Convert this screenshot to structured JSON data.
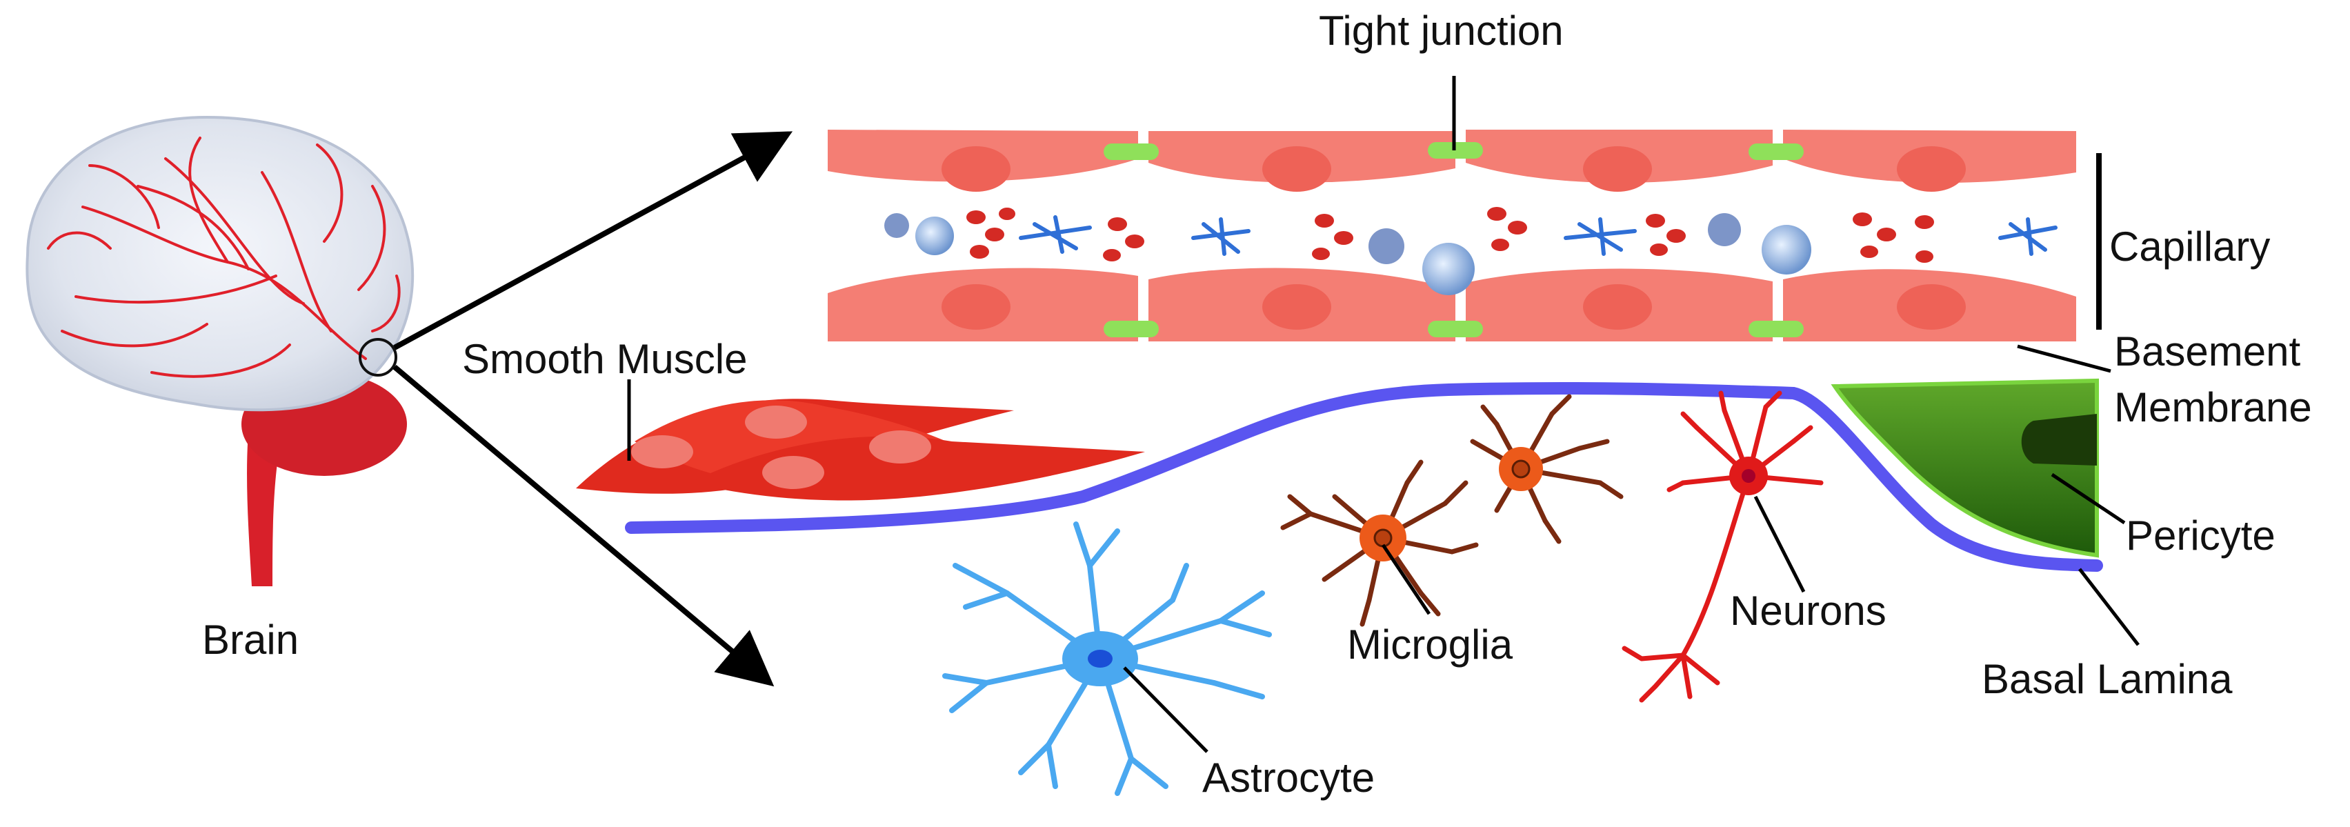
{
  "labels": {
    "brain": "Brain",
    "tight_junction": "Tight junction",
    "capillary": "Capillary",
    "basement_membrane_line1": "Basement",
    "basement_membrane_line2": "Membrane",
    "smooth_muscle": "Smooth Muscle",
    "pericyte": "Pericyte",
    "microglia": "Microglia",
    "neurons": "Neurons",
    "astrocyte": "Astrocyte",
    "basal_lamina": "Basal Lamina"
  },
  "colors": {
    "endothelial_cell": "#f47e74",
    "endothelial_nucleus": "#ee6257",
    "tight_junction": "#8fe05a",
    "smooth_muscle": "#e02a1e",
    "basal_lamina": "#5a55f0",
    "pericyte": "#2e7d12",
    "microglia": "#e0501a",
    "neuron": "#e01a1a",
    "astrocyte": "#4aa8f0",
    "brain_vessels": "#e0202a"
  }
}
